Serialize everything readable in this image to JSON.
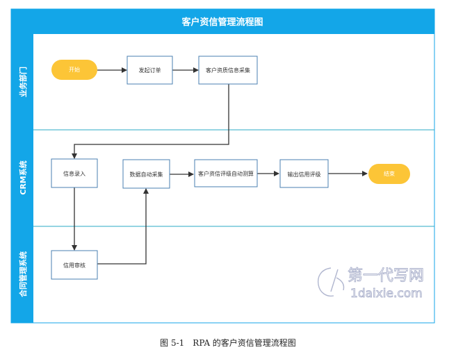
{
  "title": "客户资信管理流程图",
  "lanes": [
    {
      "id": "business",
      "label": "业务部门"
    },
    {
      "id": "crm",
      "label": "CRM系统"
    },
    {
      "id": "contract",
      "label": "合同管理系统"
    }
  ],
  "nodes": {
    "start": "开始",
    "order": "发起订单",
    "collect": "客户资质信息采集",
    "entry": "信息录入",
    "audit": "信用审核",
    "autocollect": "数据自动采集",
    "autoeval": "客户资信评级自动测算",
    "output": "输出信用评级",
    "end": "结束"
  },
  "caption": "图 5-1　RPA 的客户资信管理流程图",
  "watermark": {
    "brand": "第一代写网",
    "domain": "1daixie.com"
  },
  "colors": {
    "header": "#13a6e8",
    "lane_divider": "#2aa9c6",
    "oval": "#fcc537",
    "box_border": "#4a7fb0",
    "arrow": "#333333"
  }
}
